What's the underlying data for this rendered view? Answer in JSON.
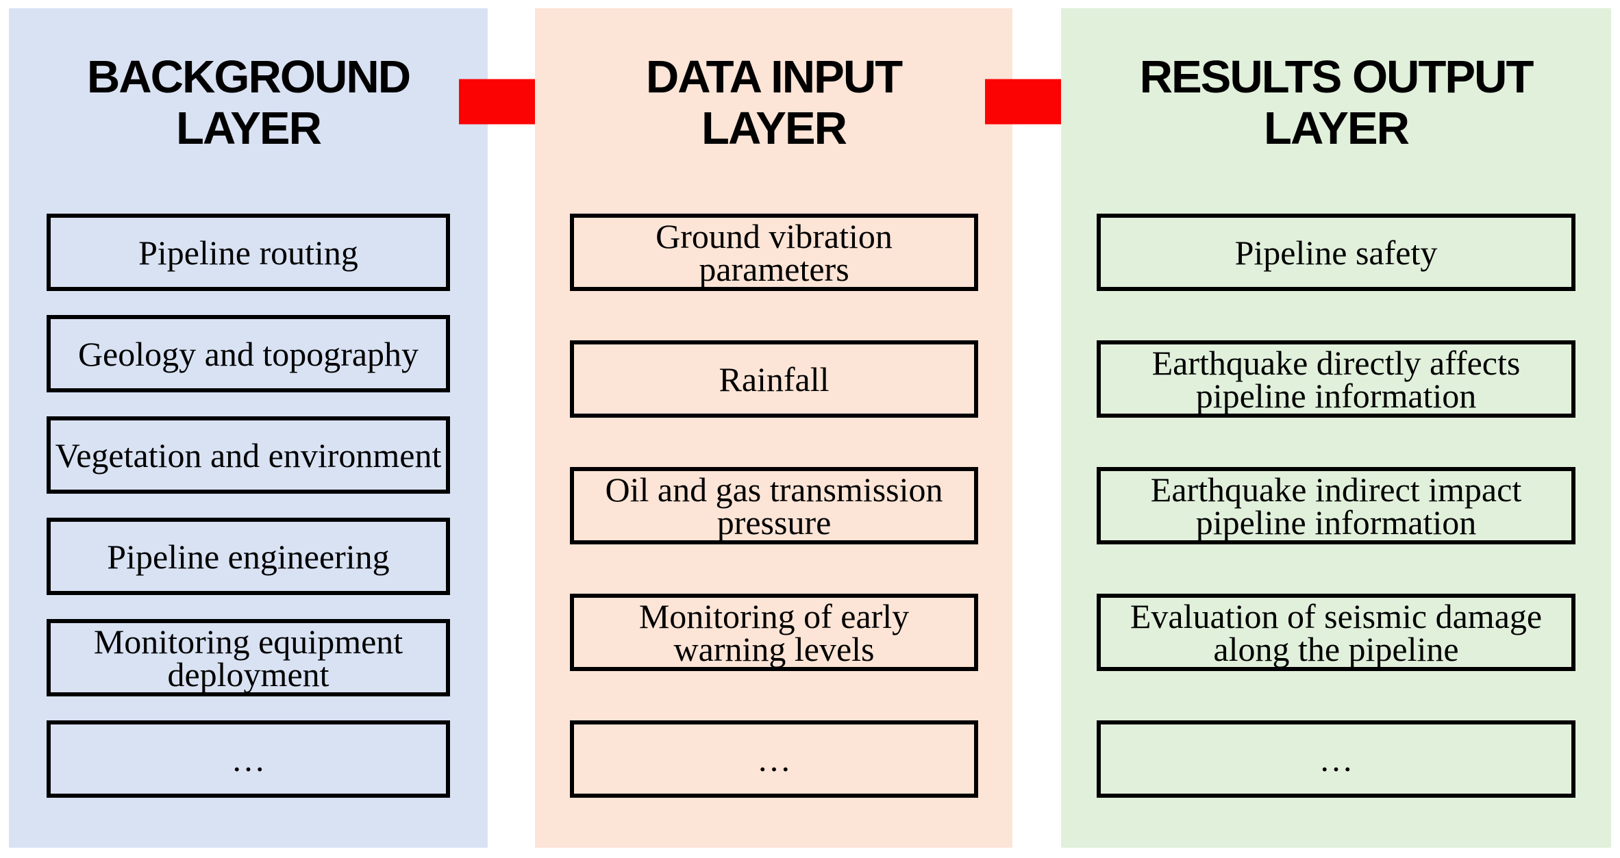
{
  "columns": [
    {
      "title_lines": [
        "BACKGROUND",
        "LAYER"
      ],
      "bg": "#D9E2F3",
      "items": [
        {
          "lines": [
            "Pipeline routing"
          ]
        },
        {
          "lines": [
            "Geology and topography"
          ]
        },
        {
          "lines": [
            "Vegetation and environment"
          ]
        },
        {
          "lines": [
            "Pipeline engineering"
          ]
        },
        {
          "lines": [
            "Monitoring equipment",
            "deployment"
          ]
        },
        {
          "lines": [
            "…"
          ]
        }
      ]
    },
    {
      "title_lines": [
        "DATA INPUT",
        "LAYER"
      ],
      "bg": "#FCE4D6",
      "items": [
        {
          "lines": [
            "Ground vibration",
            "parameters"
          ]
        },
        {
          "lines": [
            "Rainfall"
          ]
        },
        {
          "lines": [
            "Oil and gas transmission",
            "pressure"
          ]
        },
        {
          "lines": [
            "Monitoring of early",
            "warning levels"
          ]
        },
        {
          "lines": [
            "…"
          ]
        }
      ]
    },
    {
      "title_lines": [
        "RESULTS OUTPUT",
        "LAYER"
      ],
      "bg": "#E1F0DB",
      "items": [
        {
          "lines": [
            "Pipeline safety"
          ]
        },
        {
          "lines": [
            "Earthquake directly affects",
            "pipeline information"
          ]
        },
        {
          "lines": [
            "Earthquake indirect impact",
            "pipeline information"
          ]
        },
        {
          "lines": [
            "Evaluation of seismic damage",
            "along the pipeline"
          ]
        },
        {
          "lines": [
            "…"
          ]
        }
      ]
    }
  ],
  "arrow": {
    "color": "#FB0303"
  }
}
